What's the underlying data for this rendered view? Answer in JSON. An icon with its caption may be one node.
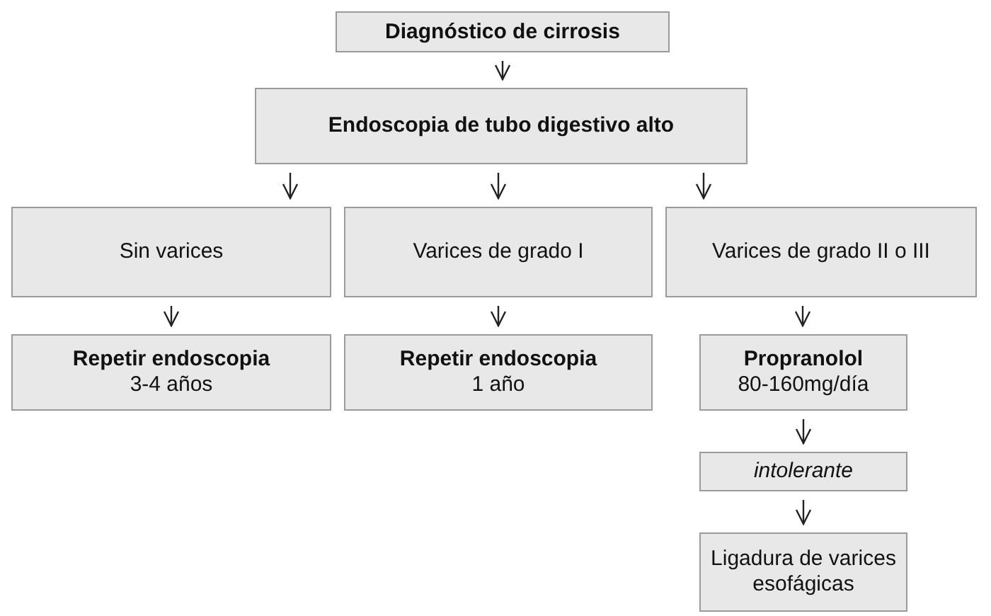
{
  "diagram": {
    "nodes": [
      {
        "text": [
          "Diagnóstico de cirrosis"
        ]
      },
      {
        "text": [
          "Endoscopia de tubo digestivo alto"
        ]
      },
      {
        "text": [
          "Sin varices"
        ]
      },
      {
        "text": [
          "Varices de grado I"
        ]
      },
      {
        "text": [
          "Varices de grado II o III"
        ]
      },
      {
        "text": [
          "Repetir endoscopia",
          "3-4 años"
        ]
      },
      {
        "text": [
          "Repetir endoscopia",
          "1 año"
        ]
      },
      {
        "text": [
          "Propranolol",
          "80-160mg/día"
        ]
      },
      {
        "text": [
          "intolerante"
        ]
      },
      {
        "text": [
          "Ligadura de varices esofágicas"
        ]
      }
    ],
    "edges": [
      {
        "from": 0,
        "to": 1,
        "arrow": "to"
      },
      {
        "from": 1,
        "to": 2,
        "arrow": "to"
      },
      {
        "from": 1,
        "to": 3,
        "arrow": "to"
      },
      {
        "from": 1,
        "to": 4,
        "arrow": "to"
      },
      {
        "from": 2,
        "to": 5,
        "arrow": "to"
      },
      {
        "from": 3,
        "to": 6,
        "arrow": "to"
      },
      {
        "from": 4,
        "to": 7,
        "arrow": "to"
      },
      {
        "from": 7,
        "to": 8,
        "arrow": "to"
      },
      {
        "from": 8,
        "to": 9,
        "arrow": "to"
      }
    ]
  }
}
